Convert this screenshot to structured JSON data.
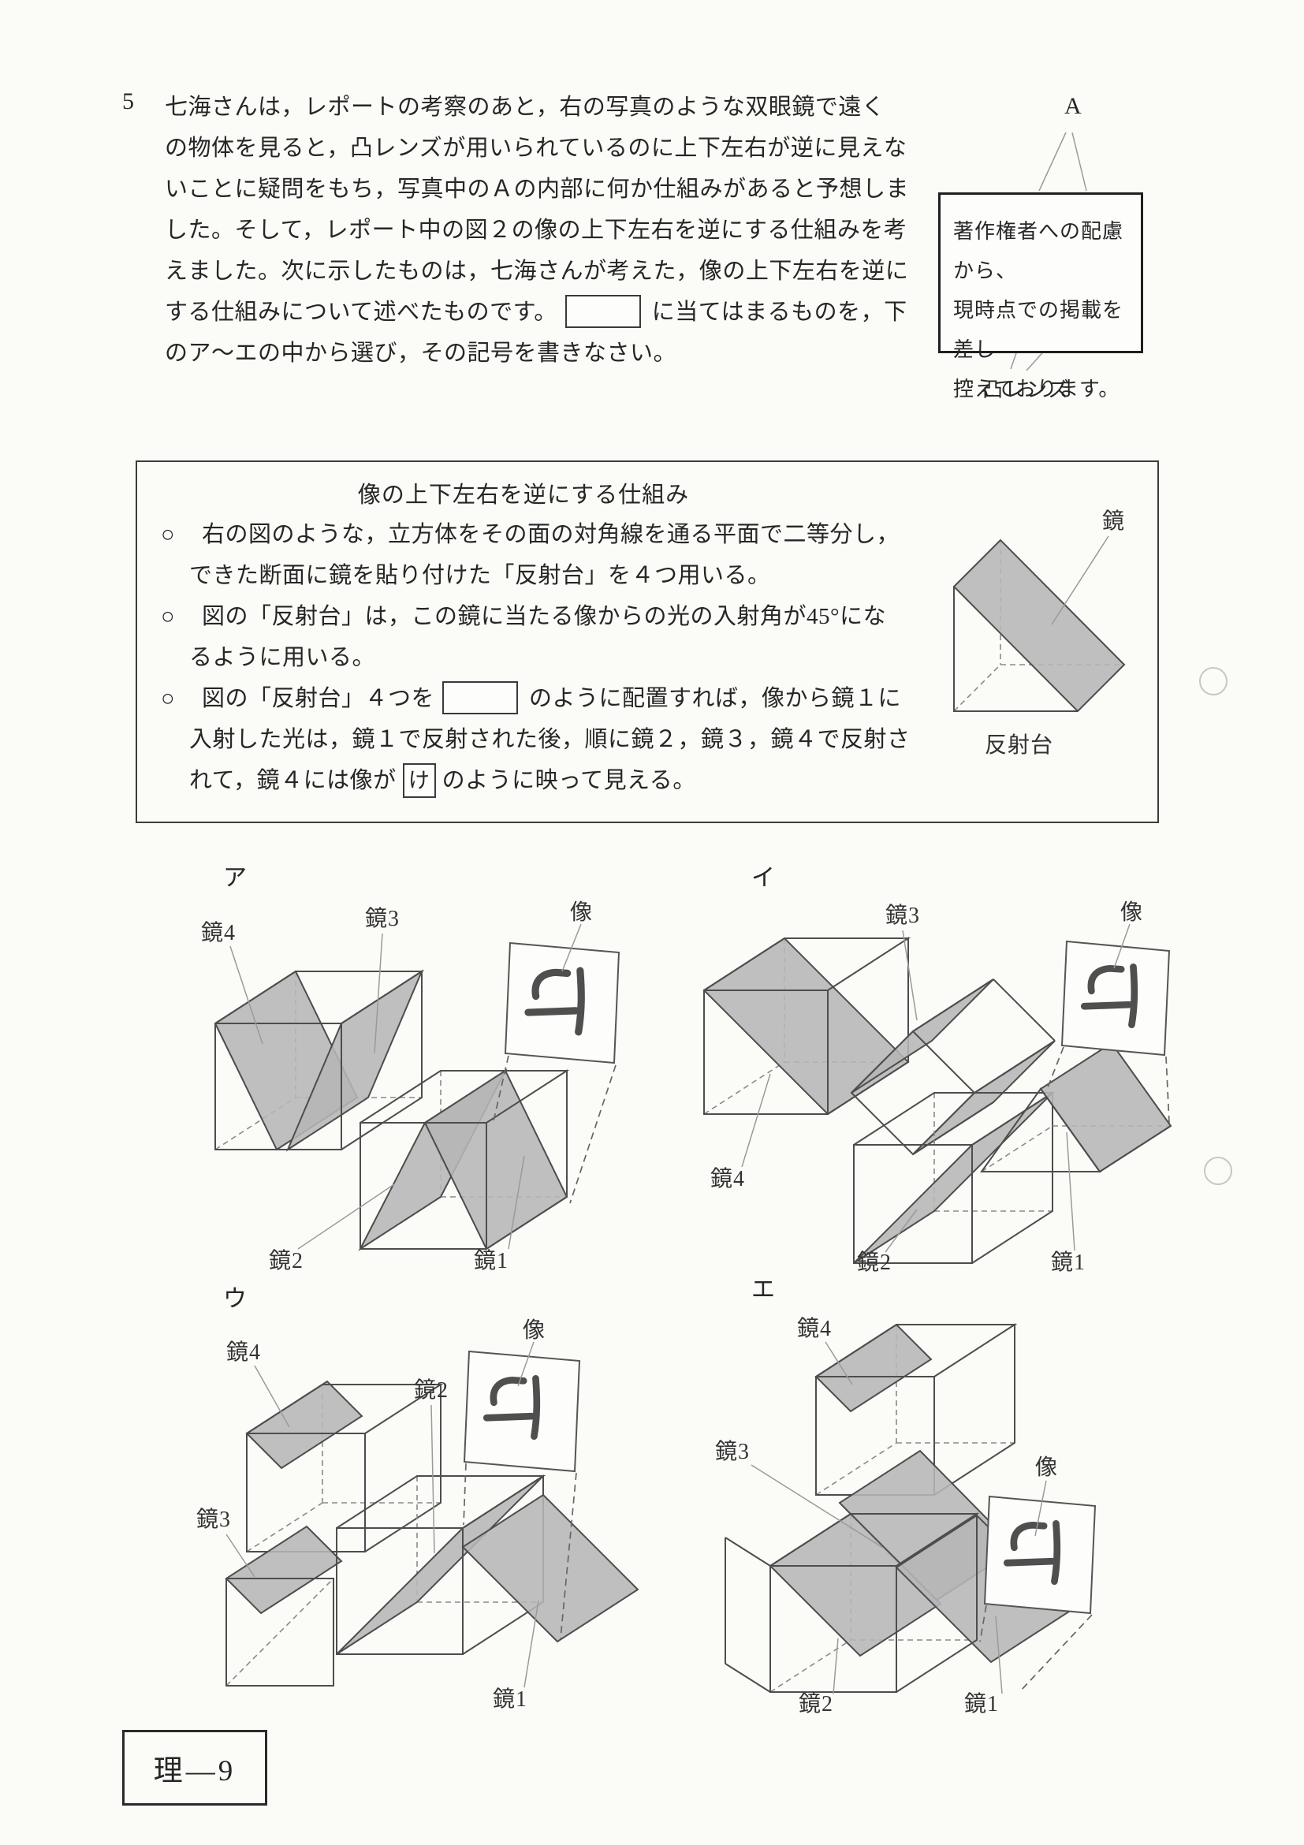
{
  "question": {
    "number": "5",
    "line1": "七海さんは，レポートの考察のあと，右の写真のような双眼鏡で遠く",
    "line2": "の物体を見ると，凸レンズが用いられているのに上下左右が逆に見えな",
    "line3": "いことに疑問をもち，写真中のＡの内部に何か仕組みがあると予想しま",
    "line4": "した。そして，レポート中の図２の像の上下左右を逆にする仕組みを考",
    "line5": "えました。次に示したものは，七海さんが考えた，像の上下左右を逆に",
    "line6_pre": "する仕組みについて述べたものです。",
    "line6_post": "に当てはまるものを，下",
    "line7": "のア～エの中から選び，その記号を書きなさい。"
  },
  "photo": {
    "part_label": "A",
    "notice_line1": "著作権者への配慮から、",
    "notice_line2": "現時点での掲載を差し",
    "notice_line3": "控えております。",
    "caption": "凸レンズ"
  },
  "mechanism": {
    "title": "像の上下左右を逆にする仕組み",
    "marker": "○",
    "b1_line1": "右の図のような，立方体をその面の対角線を通る平面で二等分し，",
    "b1_line2": "できた断面に鏡を貼り付けた「反射台」を４つ用いる。",
    "b2_line1": "図の「反射台」は，この鏡に当たる像からの光の入射角が45°にな",
    "b2_line2": "るように用いる。",
    "b3_pre_box": "図の「反射台」４つを",
    "b3_after_box": "のように配置すれば，像から鏡１に",
    "b3_line2": "入射した光は，鏡１で反射された後，順に鏡２，鏡３，鏡４で反射さ",
    "b3_line3_pre": "れて，鏡４には像が",
    "b3_glyph": "け",
    "b3_line3_post": "のように映って見える。",
    "figure": {
      "mirror_label": "鏡",
      "caption": "反射台"
    }
  },
  "options": [
    {
      "letter": "ア",
      "m1": "鏡1",
      "m2": "鏡2",
      "m3": "鏡3",
      "m4": "鏡4",
      "image_label": "像",
      "image_glyph": "け"
    },
    {
      "letter": "イ",
      "m1": "鏡1",
      "m2": "鏡2",
      "m3": "鏡3",
      "m4": "鏡4",
      "image_label": "像",
      "image_glyph": "け"
    },
    {
      "letter": "ウ",
      "m1": "鏡1",
      "m2": "鏡2",
      "m3": "鏡3",
      "m4": "鏡4",
      "image_label": "像",
      "image_glyph": "け"
    },
    {
      "letter": "エ",
      "m1": "鏡1",
      "m2": "鏡2",
      "m3": "鏡3",
      "m4": "鏡4",
      "image_label": "像",
      "image_glyph": "け"
    }
  ],
  "footer": {
    "page_label": "理—9"
  }
}
